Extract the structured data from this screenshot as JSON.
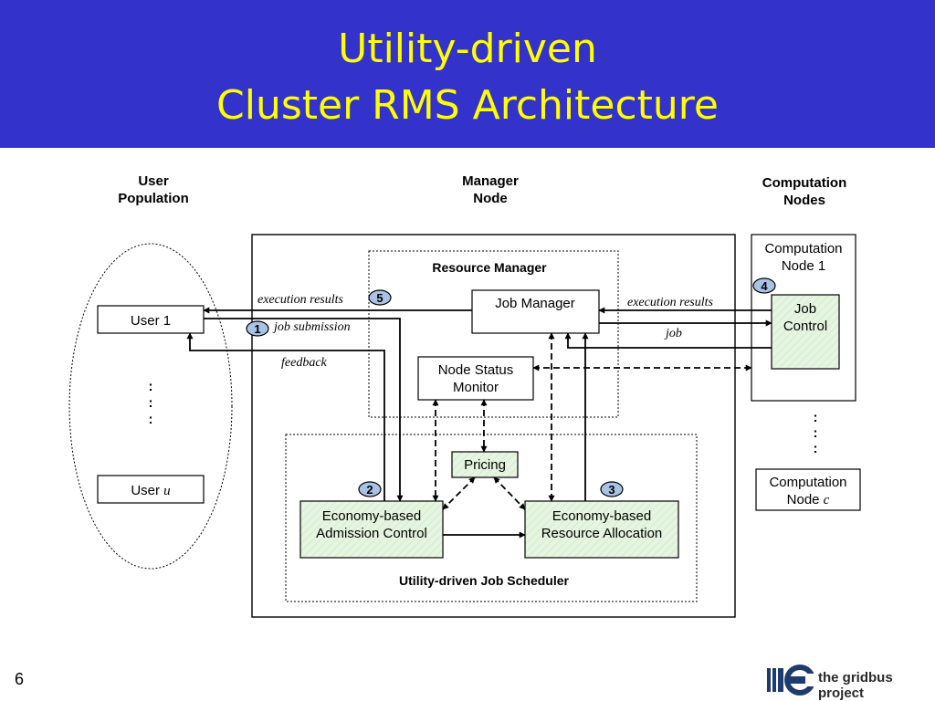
{
  "slide": {
    "title_line1": "Utility-driven",
    "title_line2": "Cluster RMS Architecture",
    "number": "6",
    "logo_text": "the gridbus project"
  },
  "colors": {
    "header_bg": "#3333cc",
    "title_text": "#ffff00",
    "module_fill": "#e6f5e1"
  },
  "diagram": {
    "headers": {
      "user_population": [
        "User",
        "Population"
      ],
      "manager_node": [
        "Manager",
        "Node"
      ],
      "computation_nodes": [
        "Computation",
        "Nodes"
      ]
    },
    "users": {
      "user1": "User 1",
      "user_u_prefix": "User",
      "user_u_var": "u",
      "ellipsis": ":"
    },
    "resource_manager": {
      "label": "Resource Manager",
      "job_manager": "Job Manager",
      "node_status_monitor": [
        "Node Status",
        "Monitor"
      ]
    },
    "scheduler": {
      "label": "Utility-driven Job Scheduler",
      "pricing": "Pricing",
      "admission_control": [
        "Economy-based",
        "Admission Control"
      ],
      "resource_allocation": [
        "Economy-based",
        "Resource Allocation"
      ]
    },
    "nodes": {
      "node1": [
        "Computation",
        "Node 1"
      ],
      "job_control": [
        "Job",
        "Control"
      ],
      "nodec_line1": "Computation",
      "nodec_prefix": "Node",
      "nodec_var": "c",
      "ellipsis": ":"
    },
    "flows": {
      "execution_results_user": "execution results",
      "job_submission": "job submission",
      "feedback": "feedback",
      "execution_results_node": "execution results",
      "job": "job"
    },
    "steps": [
      "1",
      "2",
      "3",
      "4",
      "5"
    ]
  }
}
